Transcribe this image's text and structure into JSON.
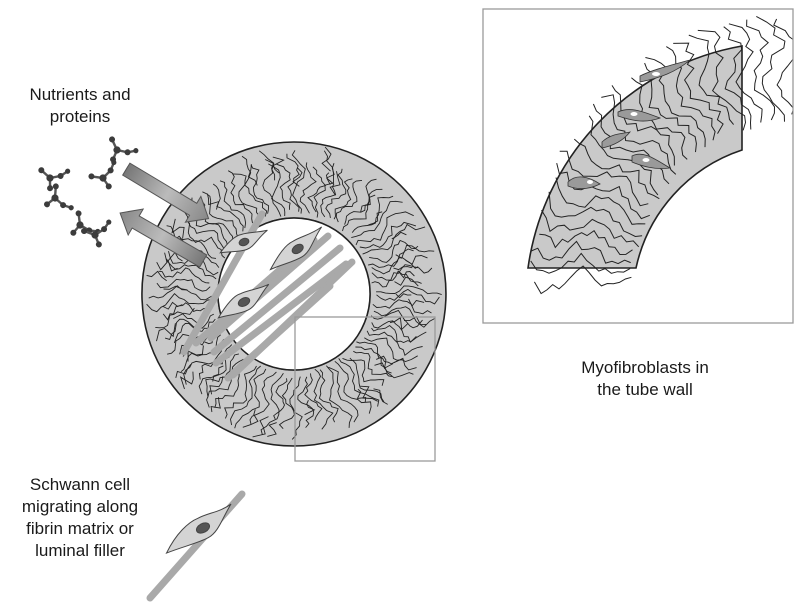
{
  "labels": {
    "nutrients": "Nutrients and\nproteins",
    "myofibroblasts": "Myofibroblasts in\nthe tube wall",
    "schwann": "Schwann cell\nmigrating along\nfibrin matrix or\nluminal filler"
  },
  "colors": {
    "wall_fill": "#c9c9c9",
    "fiber_line": "#222222",
    "filler_rod": "#a8a8a8",
    "arrow": "#8a8a8a",
    "frame": "#9a9a9a",
    "molecule": "#444444"
  }
}
